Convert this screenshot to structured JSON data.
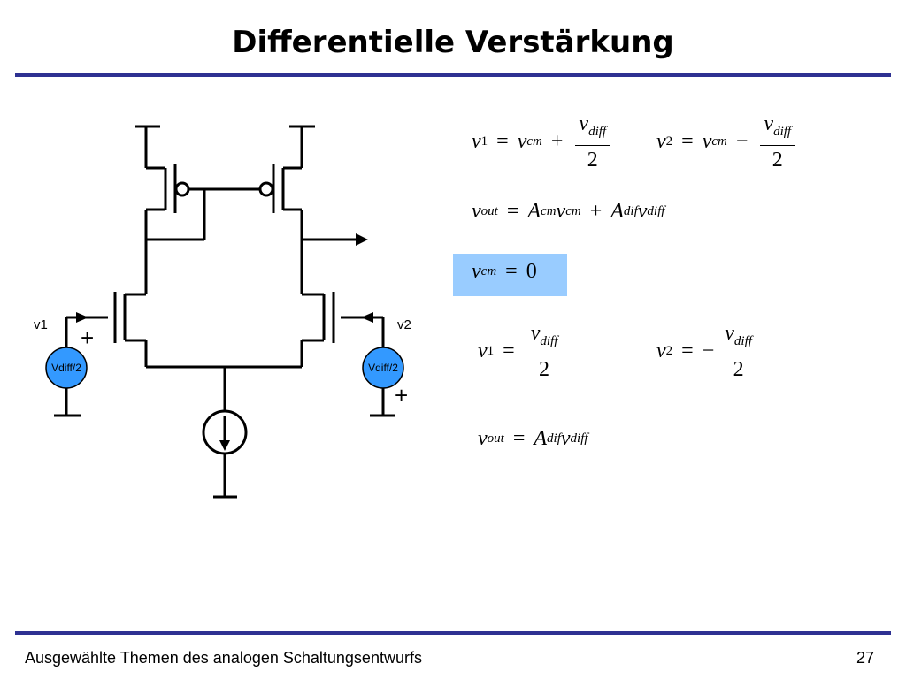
{
  "title": "Differentielle Verstärkung",
  "footer": {
    "course": "Ausgewählte Themen des analogen Schaltungsentwurfs",
    "page": "27"
  },
  "circuit": {
    "input_left": "v1",
    "input_right": "v2",
    "source_left": "Vdiff/2",
    "source_right": "Vdiff/2",
    "plus": "+",
    "source_fill": "#3399ff"
  },
  "equations": {
    "sym": {
      "v": "v",
      "A": "A",
      "two": "2",
      "zero": "0",
      "eq": "=",
      "plus": "+",
      "minus": "−",
      "sub1": "1",
      "sub2": "2",
      "cm": "cm",
      "diff": "diff",
      "out": "out",
      "dif": "dif"
    },
    "highlight_color": "#99ccff"
  },
  "colors": {
    "rule": "#2e3192"
  }
}
